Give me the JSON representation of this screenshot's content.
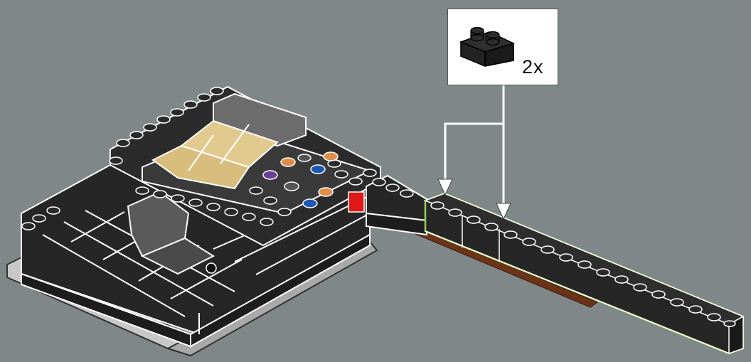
{
  "parts_callout": {
    "quantity": "2x",
    "part_icon": "black-1x2-brick-icon",
    "part_color": "#232323"
  },
  "colors": {
    "background": "#7f8789",
    "brick_black": "#262626",
    "outline": "#ffffff",
    "highlight_outline": "#9ccb5a",
    "tan": "#e2c98e",
    "dark_gray": "#4a4a4a",
    "light_gray": "#bdbdbd",
    "orange_stud": "#e08e4c",
    "blue_stud": "#1f57b5",
    "purple_stud": "#6a3f9b",
    "red_tile": "#e11818",
    "brown_plate": "#6b3318"
  },
  "arrows": [
    "arrow-left",
    "arrow-right"
  ]
}
